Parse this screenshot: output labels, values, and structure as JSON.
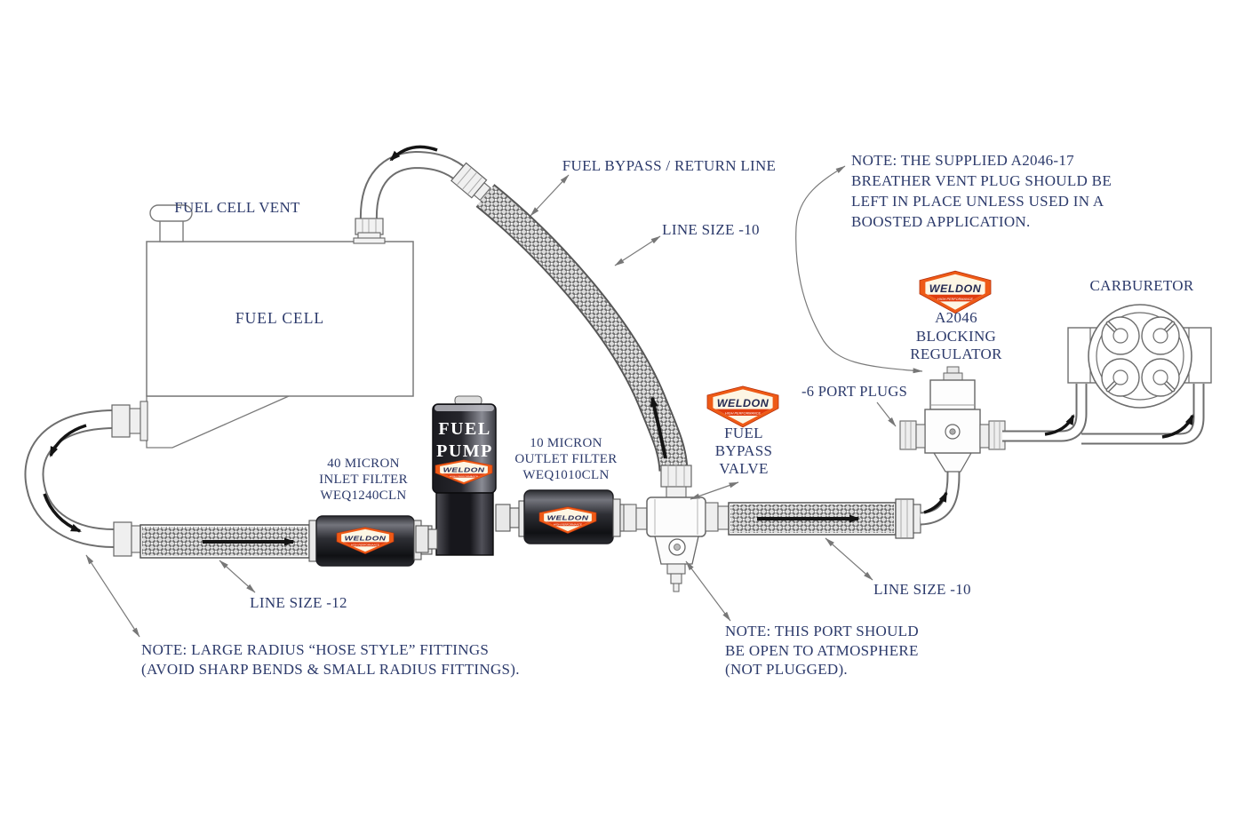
{
  "labels": {
    "fuel_cell_vent": "FUEL CELL VENT",
    "fuel_cell": "FUEL CELL",
    "fuel_bypass_return_line": "FUEL BYPASS / RETURN LINE",
    "line_size_10_top": "LINE SIZE -10",
    "note_breather": "NOTE: THE SUPPLIED A2046-17\nBREATHER VENT PLUG SHOULD BE\nLEFT IN PLACE UNLESS USED IN A\nBOOSTED APPLICATION.",
    "carburetor": "CARBURETOR",
    "regulator": "A2046\nBLOCKING\nREGULATOR",
    "port_plugs": "-6 PORT PLUGS",
    "fuel_bypass_valve": "FUEL\nBYPASS\nVALVE",
    "outlet_filter": "10 MICRON\nOUTLET FILTER\nWEQ1010CLN",
    "inlet_filter": "40 MICRON\nINLET FILTER\nWEQ1240CLN",
    "line_size_12": "LINE SIZE -12",
    "note_fittings": "NOTE: LARGE RADIUS “HOSE STYLE” FITTINGS\n(AVOID SHARP BENDS & SMALL RADIUS FITTINGS).",
    "line_size_10_bottom": "LINE SIZE -10",
    "note_port": "NOTE: THIS PORT SHOULD\nBE OPEN TO ATMOSPHERE\n(NOT PLUGGED).",
    "fuel_pump_1": "FUEL",
    "fuel_pump_2": "PUMP"
  },
  "weldon": {
    "brand": "WELDON",
    "tagline": "HIGH PERFORMANCE"
  },
  "colors": {
    "label_text": "#2c3a6b",
    "line_gray": "#6e6e6e",
    "badge_orange": "#ee5a16",
    "badge_band": "#e03c0e",
    "badge_face": "#fdf6e4",
    "badge_text": "#252a52",
    "flow_black": "#141414"
  }
}
